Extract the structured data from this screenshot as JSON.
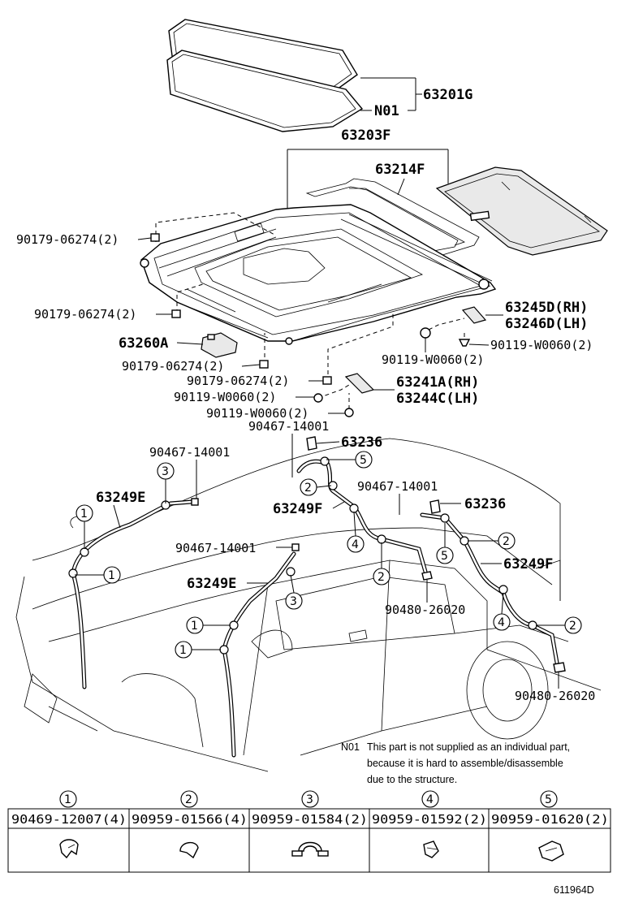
{
  "labels": {
    "p63201G": "63201G",
    "pN01": "N01",
    "p63203F": "63203F",
    "p63214F": "63214F",
    "p90179_a": "90179-06274(2)",
    "p90179_b": "90179-06274(2)",
    "p63260A": "63260A",
    "p90179_c": "90179-06274(2)",
    "p90179_d": "90179-06274(2)",
    "p90119_a": "90119-W0060(2)",
    "p90119_b": "90119-W0060(2)",
    "p63245D": "63245D(RH)",
    "p63246D": "63246D(LH)",
    "p90119_c": "90119-W0060(2)",
    "p90119_d": "90119-W0060(2)",
    "p63241A": "63241A(RH)",
    "p63244C": "63244C(LH)",
    "p90467_a": "90467-14001",
    "p63236_a": "63236",
    "p90467_b": "90467-14001",
    "p63249E_a": "63249E",
    "p90467_c": "90467-14001",
    "p63236_b": "63236",
    "p63249F_a": "63249F",
    "p90467_d": "90467-14001",
    "p63249E_b": "63249E",
    "p63249F_b": "63249F",
    "p90480_a": "90480-26020",
    "p90480_b": "90480-26020"
  },
  "callouts": {
    "c1": "1",
    "c2": "2",
    "c3": "3",
    "c4": "4",
    "c5": "5"
  },
  "note": {
    "code": "N01",
    "line1": "This part is not supplied as an individual part,",
    "line2": "because it is hard to assemble/disassemble",
    "line3": "due to the structure."
  },
  "clip_table": {
    "headers": [
      "1",
      "2",
      "3",
      "4",
      "5"
    ],
    "parts": [
      "90469-12007(4)",
      "90959-01566(4)",
      "90959-01584(2)",
      "90959-01592(2)",
      "90959-01620(2)"
    ]
  },
  "figure_id": "611964D"
}
